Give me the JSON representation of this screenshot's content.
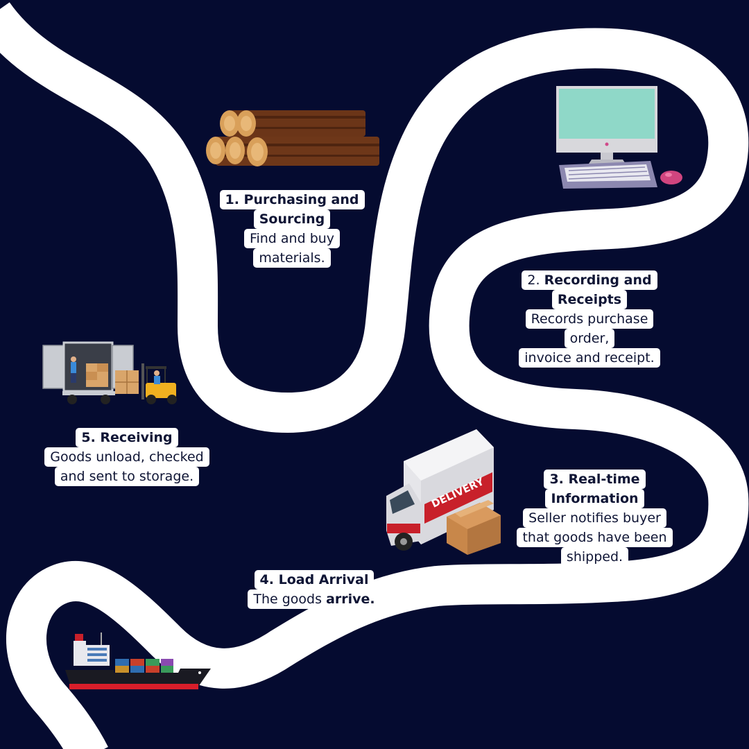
{
  "steps": [
    {
      "title_lines": [
        "1. Purchasing and",
        "Sourcing"
      ],
      "desc_lines": [
        "Find and buy",
        "materials."
      ],
      "icon": "logs-icon"
    },
    {
      "title_prefix": "2.",
      "title_lines": [
        "Recording and",
        "Receipts"
      ],
      "desc_lines": [
        "Records purchase",
        "order,",
        "invoice and receipt."
      ],
      "icon": "computer-icon"
    },
    {
      "title_lines": [
        "3. Real-time",
        "Information"
      ],
      "desc_lines": [
        "Seller notifies buyer",
        "that goods have been",
        "shipped."
      ],
      "icon": "delivery-truck-icon",
      "truck_text": "DELIVERY"
    },
    {
      "title_lines": [
        "4. Load Arrival"
      ],
      "desc_plain": "The goods",
      "desc_bold": "arrive.",
      "icon": "cargo-ship-icon"
    },
    {
      "title_lines": [
        "5. Receiving"
      ],
      "desc_lines": [
        "Goods unload, checked",
        "and sent to storage."
      ],
      "icon": "forklift-truck-icon"
    }
  ],
  "colors": {
    "background": "#050b30",
    "road": "#ffffff",
    "text": "#0f1535"
  }
}
